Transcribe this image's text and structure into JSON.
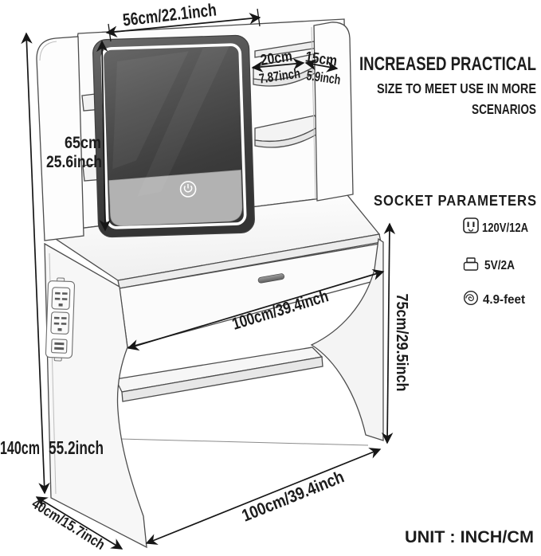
{
  "headline": {
    "title": "INCREASED PRACTICAL",
    "subtitle": "SIZE TO MEET USE IN MORE",
    "subtitle2": "SCENARIOS"
  },
  "socket": {
    "title": "SOCKET PARAMETERS",
    "items": [
      {
        "icon": "power-outlet-icon",
        "label": "120V/12A"
      },
      {
        "icon": "usb-plug-icon",
        "label": "5V/2A"
      },
      {
        "icon": "power-cord-length-icon",
        "label": "4.9-feet"
      }
    ]
  },
  "unit_note": "UNIT : INCH/CM",
  "dimensions": {
    "mirror_width": "56cm/22.1inch",
    "left_shelf_depth_cm": "20cm",
    "left_shelf_depth_inch": "7.87inch",
    "right_shelf_depth_cm": "15cm",
    "right_shelf_depth_inch": "5.9inch",
    "mirror_height_cm": "65cm",
    "mirror_height_inch": "25.6inch",
    "desktop_width": "100cm/39.4inch",
    "desktop_height": "75cm/29.5inch",
    "overall_height_cm": "140cm",
    "overall_height_inch": "55.2inch",
    "desk_depth": "40cm/15.7inch",
    "base_width": "100cm/39.4inch"
  },
  "colors": {
    "text": "#1c1c1c",
    "dimension_line": "#161616",
    "furniture_outline": "#4d4d4d",
    "mirror_glass": "#3f3f3f",
    "led_ring": "#ffffff"
  }
}
